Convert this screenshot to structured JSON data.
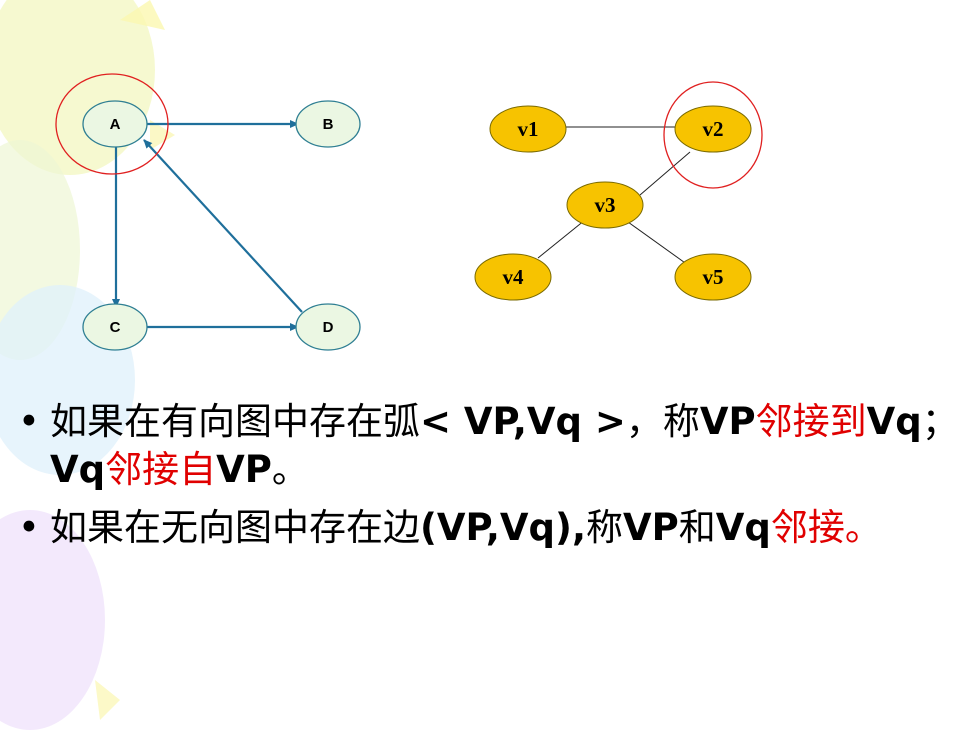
{
  "directed_graph": {
    "nodes": [
      "A",
      "B",
      "C",
      "D"
    ]
  },
  "undirected_graph": {
    "nodes": [
      "v1",
      "v2",
      "v3",
      "v4",
      "v5"
    ]
  },
  "bullets": [
    {
      "parts": [
        {
          "text": "如果在有向图中存在弧",
          "style": "cjk",
          "color": "black"
        },
        {
          "text": "< VP,Vq >",
          "style": "latin",
          "color": "black"
        },
        {
          "text": "，称",
          "style": "cjk",
          "color": "black"
        },
        {
          "text": "VP",
          "style": "latin",
          "color": "black"
        },
        {
          "text": "邻接到",
          "style": "cjk",
          "color": "red"
        },
        {
          "text": "Vq",
          "style": "latin",
          "color": "black"
        },
        {
          "text": "；",
          "style": "cjk",
          "color": "black"
        },
        {
          "text": "Vq",
          "style": "latin",
          "color": "black"
        },
        {
          "text": "邻接自",
          "style": "cjk",
          "color": "red"
        },
        {
          "text": "VP",
          "style": "latin",
          "color": "black"
        },
        {
          "text": "。",
          "style": "cjk",
          "color": "black"
        }
      ]
    },
    {
      "parts": [
        {
          "text": "如果在无向图中存在边",
          "style": "cjk",
          "color": "black"
        },
        {
          "text": "(VP,Vq),",
          "style": "latin",
          "color": "black"
        },
        {
          "text": "称",
          "style": "cjk",
          "color": "black"
        },
        {
          "text": "VP",
          "style": "latin",
          "color": "black"
        },
        {
          "text": "和",
          "style": "cjk",
          "color": "black"
        },
        {
          "text": "Vq",
          "style": "latin",
          "color": "black"
        },
        {
          "text": "邻接。",
          "style": "cjk",
          "color": "red"
        }
      ]
    }
  ],
  "colors": {
    "directed_node_fill": "#ebf7e3",
    "directed_node_stroke": "#2f7f93",
    "arrow": "#1f6f9b",
    "undirected_node_fill": "#f7c300",
    "undirected_node_stroke": "#7a6a00",
    "highlight_circle": "#e02020",
    "red_text": "#e00000"
  }
}
